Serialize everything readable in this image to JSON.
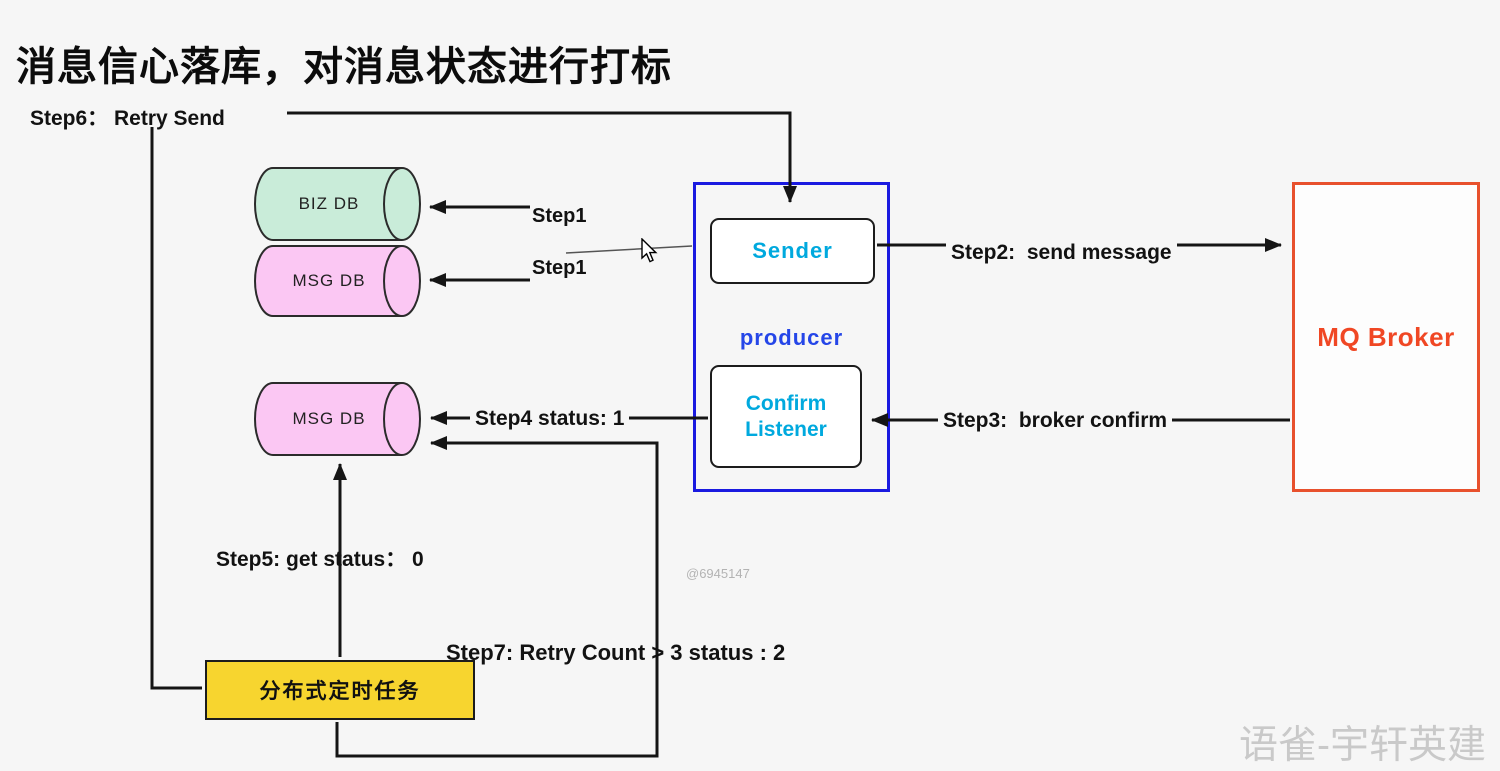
{
  "title": "消息信心落库，对消息状态进行打标",
  "nodes": {
    "biz_db": "BIZ DB",
    "msg_db_top": "MSG DB",
    "msg_db_bottom": "MSG DB",
    "sender": "Sender",
    "producer": "producer",
    "confirm_listener": "Confirm Listener",
    "mq_broker": "MQ Broker",
    "scheduler": "分布式定时任务"
  },
  "steps": {
    "step6": "Step6： Retry Send",
    "step1_biz": "Step1",
    "step1_msg": "Step1",
    "step2": "Step2:  send message",
    "step3": "Step3:  broker confirm",
    "step4": "Step4 status: 1",
    "step5": "Step5: get status： 0",
    "step7": "Step7: Retry Count > 3 status : 2"
  },
  "watermarks": {
    "center": "@6945147",
    "bottom_right": "语雀-宇轩英建"
  },
  "colors": {
    "background": "#f6f6f6",
    "producer_border": "#1a1ae0",
    "broker_border": "#e8512d",
    "broker_text": "#f04724",
    "component_text": "#00a9de",
    "producer_text": "#2546e8",
    "biz_db_fill": "#c9ecd9",
    "msg_db_fill": "#fbc7f3",
    "scheduler_fill": "#f7d52f",
    "arrow": "#151515"
  }
}
